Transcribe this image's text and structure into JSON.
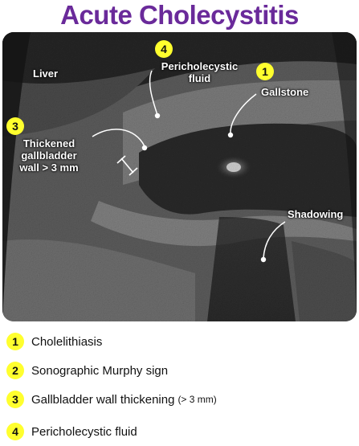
{
  "title": "Acute Cholecystitis",
  "colors": {
    "title": "#6a2a9a",
    "badge": "#ffff2e",
    "annotation_line": "#ffffff"
  },
  "image_labels": {
    "liver": "Liver",
    "fluid_line1": "Pericholecystic",
    "fluid_line2": "fluid",
    "fluid_number": "4",
    "gallstone": "Gallstone",
    "gallstone_number": "1",
    "wall_line1": "Thickened",
    "wall_line2": "gallbladder",
    "wall_line3": "wall > 3 mm",
    "wall_number": "3",
    "shadowing": "Shadowing"
  },
  "legend": [
    {
      "number": "1",
      "text": "Cholelithiasis",
      "note": ""
    },
    {
      "number": "2",
      "text": "Sonographic Murphy sign",
      "note": ""
    },
    {
      "number": "3",
      "text": "Gallbladder wall thickening",
      "note": "(> 3 mm)"
    },
    {
      "number": "4",
      "text": "Pericholecystic fluid",
      "note": ""
    }
  ]
}
